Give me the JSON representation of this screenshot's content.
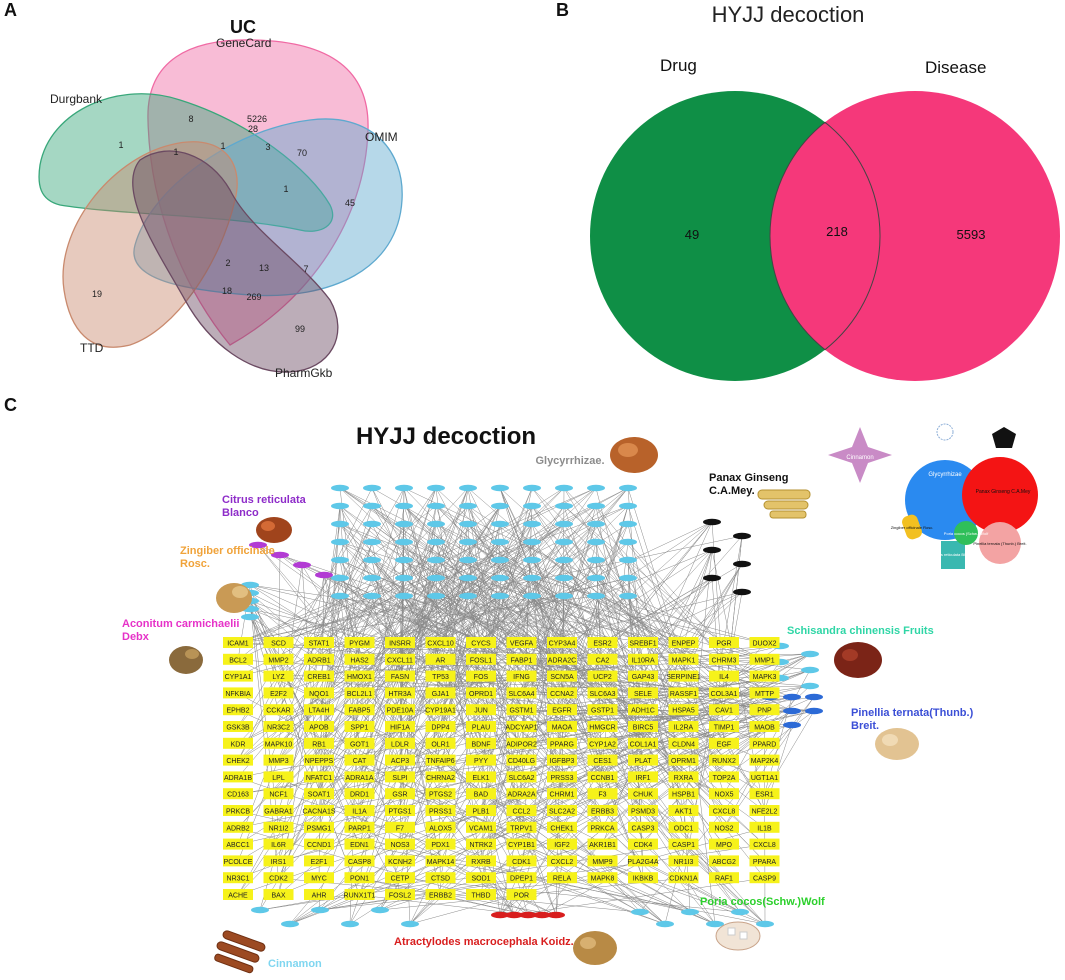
{
  "panels": {
    "a": "A",
    "b": "B",
    "c": "C"
  },
  "venn5": {
    "title": "UC",
    "sets": [
      "GeneCard",
      "Durgbank",
      "OMIM",
      "TTD",
      "PharmGkb"
    ],
    "colors": [
      "#f06aa4",
      "#38a77a",
      "#5ea9cf",
      "#c98a6e",
      "#6b4a62"
    ],
    "counts": [
      "5226",
      "8",
      "28",
      "1",
      "1",
      "3",
      "70",
      "1",
      "45",
      "1",
      "2",
      "13",
      "7",
      "19",
      "18",
      "269",
      "99"
    ]
  },
  "venn2": {
    "title": "HYJJ decoction",
    "left_label": "Drug",
    "right_label": "Disease",
    "left_only": "49",
    "overlap": "218",
    "right_only": "5593",
    "left_color": "#0f8f46",
    "right_color": "#f5387a"
  },
  "network": {
    "title": "HYJJ decoction",
    "genes": [
      "ICAM1",
      "SCD",
      "STAT1",
      "PYGM",
      "INSRR",
      "CXCL10",
      "CYCS",
      "VEGFA",
      "CYP3A4",
      "ESR2",
      "SREBF1",
      "ENPEP",
      "PGR",
      "DUOX2",
      "BCL2",
      "MMP2",
      "ADRB1",
      "HAS2",
      "CXCL11",
      "AR",
      "FOSL1",
      "FABP1",
      "ADRA2C",
      "CA2",
      "IL10RA",
      "MAPK1",
      "CHRM3",
      "MMP1",
      "CYP1A1",
      "LYZ",
      "CREB1",
      "HMOX1",
      "FASN",
      "TP53",
      "FOS",
      "IFNG",
      "SCN5A",
      "UCP2",
      "GAP43",
      "SERPINE1",
      "IL4",
      "MAPK3",
      "NFKBIA",
      "E2F2",
      "NQO1",
      "BCL2L1",
      "HTR3A",
      "GJA1",
      "OPRD1",
      "SLC6A4",
      "CCNA2",
      "SLC6A3",
      "SELE",
      "RASSF1",
      "COL3A1",
      "MTTP",
      "EPHB2",
      "CCKAR",
      "LTA4H",
      "FABP5",
      "PDE10A",
      "CYP19A1",
      "JUN",
      "GSTM1",
      "EGFR",
      "GSTP1",
      "ADH1C",
      "HSPA5",
      "CAV1",
      "PNP",
      "GSK3B",
      "NR3C2",
      "APOB",
      "SPP1",
      "HIF1A",
      "DPP4",
      "PLAU",
      "ADCYAP1",
      "MAOA",
      "HMGCR",
      "BIRC5",
      "IL2RA",
      "TIMP1",
      "MAOB",
      "KDR",
      "MAPK10",
      "RB1",
      "GOT1",
      "LDLR",
      "OLR1",
      "BDNF",
      "ADIPOR2",
      "PPARG",
      "CYP1A2",
      "COL1A1",
      "CLDN4",
      "EGF",
      "PPARD",
      "CHEK2",
      "MMP3",
      "NPEPPS",
      "CAT",
      "ACP3",
      "TNFAIP6",
      "PYY",
      "CD40LG",
      "IGFBP3",
      "CES1",
      "PLAT",
      "OPRM1",
      "RUNX2",
      "MAP2K4",
      "ADRA1B",
      "LPL",
      "NFATC1",
      "ADRA1A",
      "SLPI",
      "CHRNA2",
      "ELK1",
      "SLC6A2",
      "PRSS3",
      "CCNB1",
      "IRF1",
      "RXRA",
      "TOP2A",
      "UGT1A1",
      "CD163",
      "NCF1",
      "SOAT1",
      "DRD1",
      "GSR",
      "PTGS2",
      "BAD",
      "ADRA2A",
      "CHRM1",
      "F3",
      "CHUK",
      "HSPB1",
      "NOX5",
      "ESR1",
      "PRKCB",
      "GABRA1",
      "CACNA1S",
      "IL1A",
      "PTGS1",
      "PRSS1",
      "PLB1",
      "CCL2",
      "SLC2A2",
      "ERBB3",
      "PSMD3",
      "AKT1",
      "CXCL8",
      "NFE2L2",
      "ADRB2",
      "NR1I2",
      "PSMG1",
      "PARP1",
      "F7",
      "ALOX5",
      "VCAM1",
      "TRPV1",
      "CHEK1",
      "PRKCA",
      "CASP3",
      "ODC1",
      "NOS2",
      "IL1B",
      "ABCC1",
      "IL6R",
      "CCND1",
      "EDN1",
      "NOS3",
      "PDX1",
      "NTRK2",
      "CYP1B1",
      "IGF2",
      "AKR1B1",
      "CDK4",
      "CASP1",
      "MPO",
      "CXCL8",
      "PCOLCE",
      "IRS1",
      "E2F1",
      "CASP8",
      "KCNH2",
      "MAPK14",
      "RXRB",
      "CDK1",
      "CXCL2",
      "MMP9",
      "PLA2G4A",
      "NR1I3",
      "ABCG2",
      "PPARA",
      "NR3C1",
      "CDK2",
      "MYC",
      "PON1",
      "CETP",
      "CTSD",
      "SOD1",
      "DPEP1",
      "RELA",
      "MAPK8",
      "IKBKB",
      "CDKN1A",
      "RAF1",
      "CASP9",
      "ACHE",
      "BAX",
      "AHR",
      "RUNX1T1",
      "FOSL2",
      "ERBB2",
      "THBD",
      "POR"
    ],
    "herbs": [
      {
        "name": "Glycyrrhizae.",
        "color": "#8c8c8c"
      },
      {
        "name": "Panax Ginseng\nC.A.Mey.",
        "color": "#111111"
      },
      {
        "name": "Citrus reticulata\nBlanco",
        "color": "#8e2cc9"
      },
      {
        "name": "Zingiber officinale\nRosc.",
        "color": "#f0a33a"
      },
      {
        "name": "Aconitum carmichaelii\nDebx",
        "color": "#e632c8"
      },
      {
        "name": "Schisandra chinensis Fruits",
        "color": "#2fd6a6"
      },
      {
        "name": "Pinellia ternata(Thunb.)\nBreit.",
        "color": "#3b4fd6"
      },
      {
        "name": "Poria cocos(Schw.)Wolf",
        "color": "#2bd02b"
      },
      {
        "name": "Atractylodes macrocephala Koidz.",
        "color": "#d81e1e"
      },
      {
        "name": "Cinnamon",
        "color": "#7fd6f0"
      }
    ],
    "legend": {
      "labels": [
        "Cinnamon",
        "Glycyrrhizae",
        "Panax Ginseng C.A.Mey",
        "Pinellia ternata (Thunb.) Breit.",
        "Citrus reticulata Blanco",
        "Zingiber officinale Rosc.",
        "Poria cocos (Schw.) Wolf"
      ]
    }
  }
}
